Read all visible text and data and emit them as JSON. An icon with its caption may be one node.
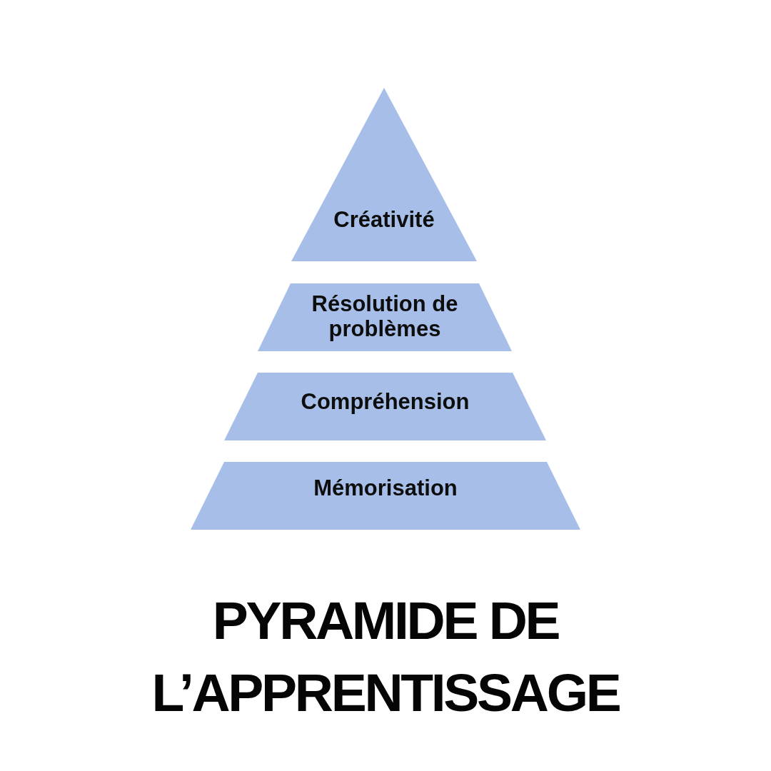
{
  "diagram": {
    "title": "PYRAMIDE DE L’APPRENTISSAGE",
    "nodes": [
      {
        "text": [
          "Créativité"
        ]
      },
      {
        "text": [
          "Résolution de problèmes"
        ]
      },
      {
        "text": [
          "Compréhension"
        ]
      },
      {
        "text": [
          "Mémorisation"
        ]
      }
    ]
  }
}
